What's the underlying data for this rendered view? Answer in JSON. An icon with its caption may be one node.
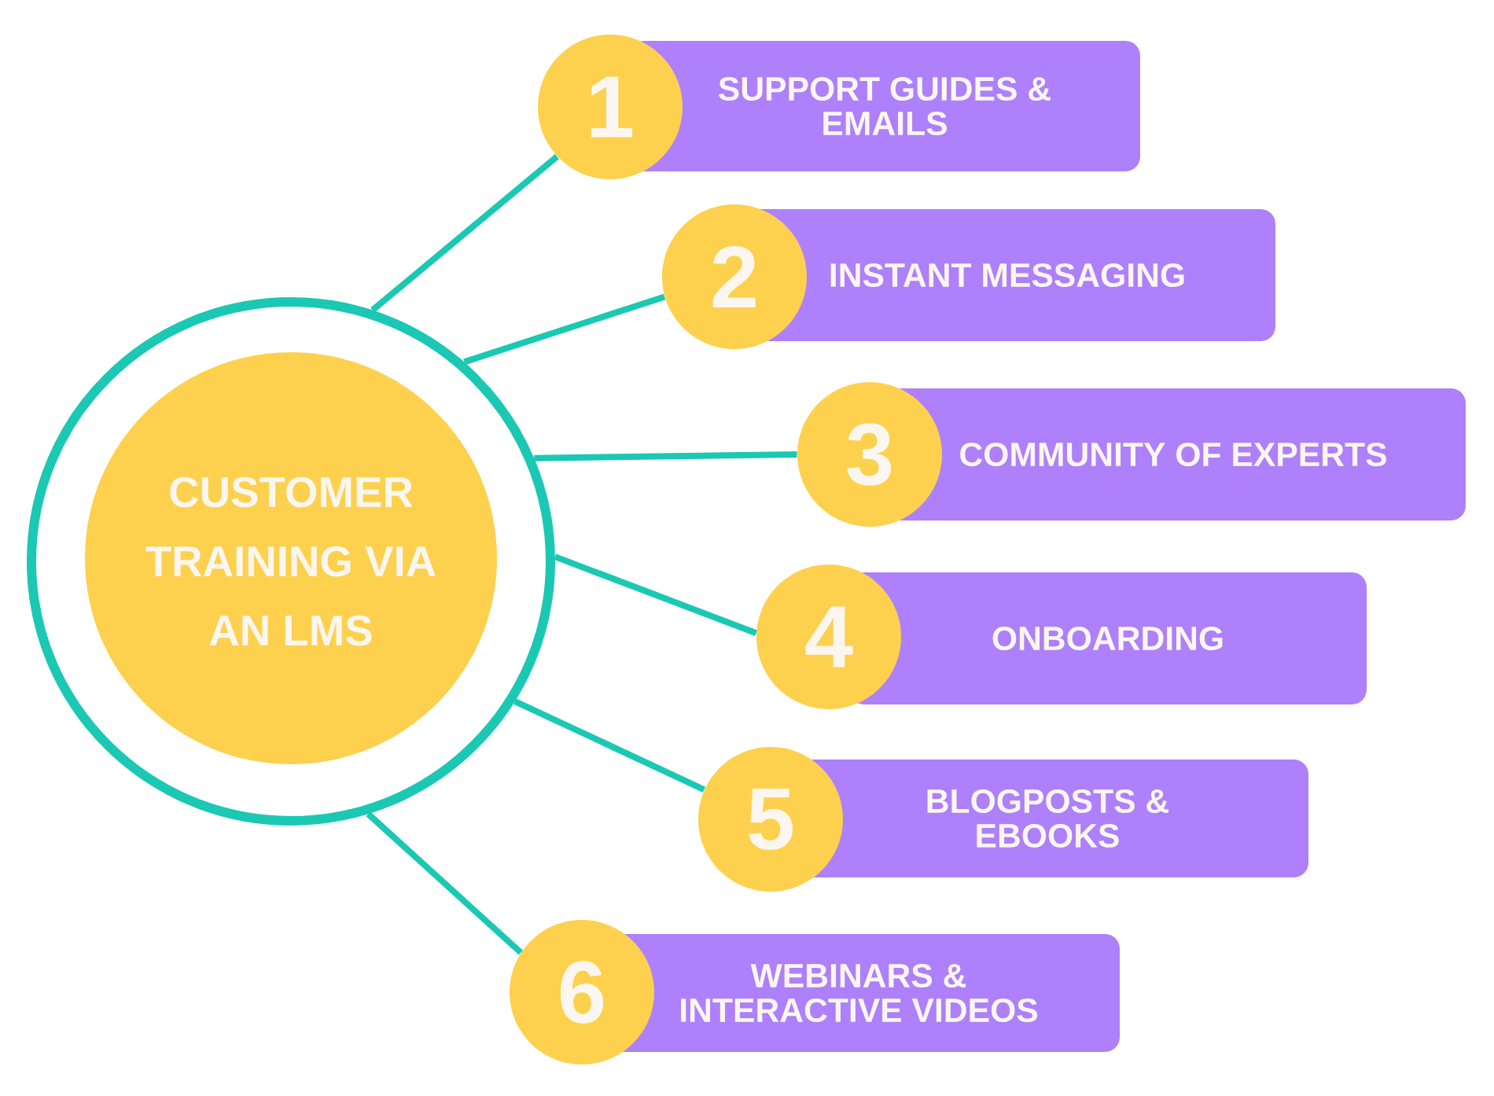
{
  "diagram": {
    "nodes": [
      {
        "text": [
          "CUSTOMER TRAINING VIA AN LMS"
        ]
      },
      {
        "text": [
          "1"
        ]
      },
      {
        "text": [
          "SUPPORT GUIDES & EMAILS"
        ]
      },
      {
        "text": [
          "2"
        ]
      },
      {
        "text": [
          "INSTANT MESSAGING"
        ]
      },
      {
        "text": [
          "3"
        ]
      },
      {
        "text": [
          "COMMUNITY OF EXPERTS"
        ]
      },
      {
        "text": [
          "4"
        ]
      },
      {
        "text": [
          "ONBOARDING"
        ]
      },
      {
        "text": [
          "5"
        ]
      },
      {
        "text": [
          "BLOGPOSTS & EBOOKS"
        ]
      },
      {
        "text": [
          "6"
        ]
      },
      {
        "text": [
          "WEBINARS & INTERACTIVE VIDEOS"
        ]
      }
    ],
    "edges": [
      {
        "from": 0,
        "to": 1,
        "arrow": "none"
      },
      {
        "from": 0,
        "to": 3,
        "arrow": "none"
      },
      {
        "from": 0,
        "to": 5,
        "arrow": "none"
      },
      {
        "from": 0,
        "to": 7,
        "arrow": "none"
      },
      {
        "from": 0,
        "to": 9,
        "arrow": "none"
      },
      {
        "from": 0,
        "to": 11,
        "arrow": "none"
      }
    ]
  }
}
